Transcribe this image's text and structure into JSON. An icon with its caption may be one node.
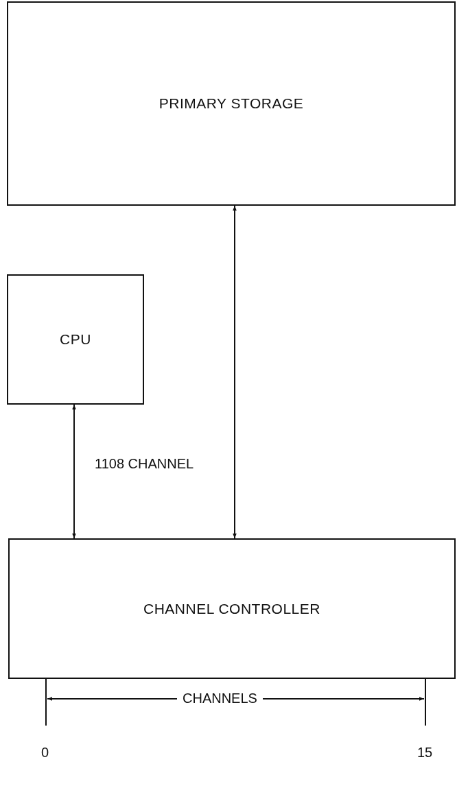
{
  "diagram": {
    "nodes": [
      {
        "text": [
          "PRIMARY STORAGE"
        ]
      },
      {
        "text": [
          "CPU"
        ]
      },
      {
        "text": [
          "CHANNEL CONTROLLER"
        ]
      }
    ],
    "edges": [
      {
        "from": 1,
        "to": 2,
        "arrow": "both",
        "label": "1108 CHANNEL"
      },
      {
        "from": 0,
        "to": 2,
        "arrow": "both"
      }
    ],
    "labels": [
      "CHANNELS",
      "0",
      "15"
    ]
  }
}
